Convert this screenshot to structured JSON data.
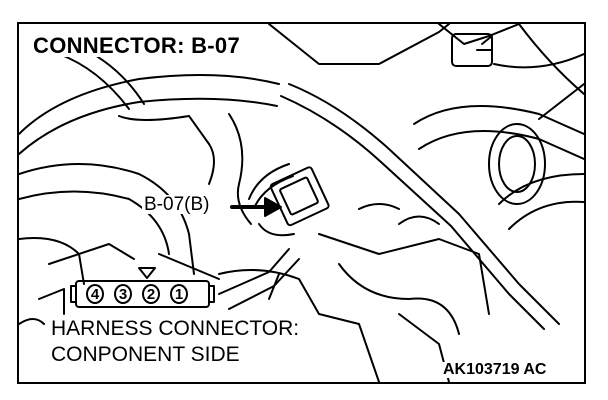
{
  "title": "CONNECTOR: B-07",
  "callout_label": "B-07(B)",
  "harness_line1": "HARNESS CONNECTOR:",
  "harness_line2": "CONPONENT SIDE",
  "figure_code": "AK103719 AC",
  "connector_pins": [
    "4",
    "3",
    "2",
    "1"
  ],
  "colors": {
    "line": "#000000",
    "background": "#ffffff"
  }
}
